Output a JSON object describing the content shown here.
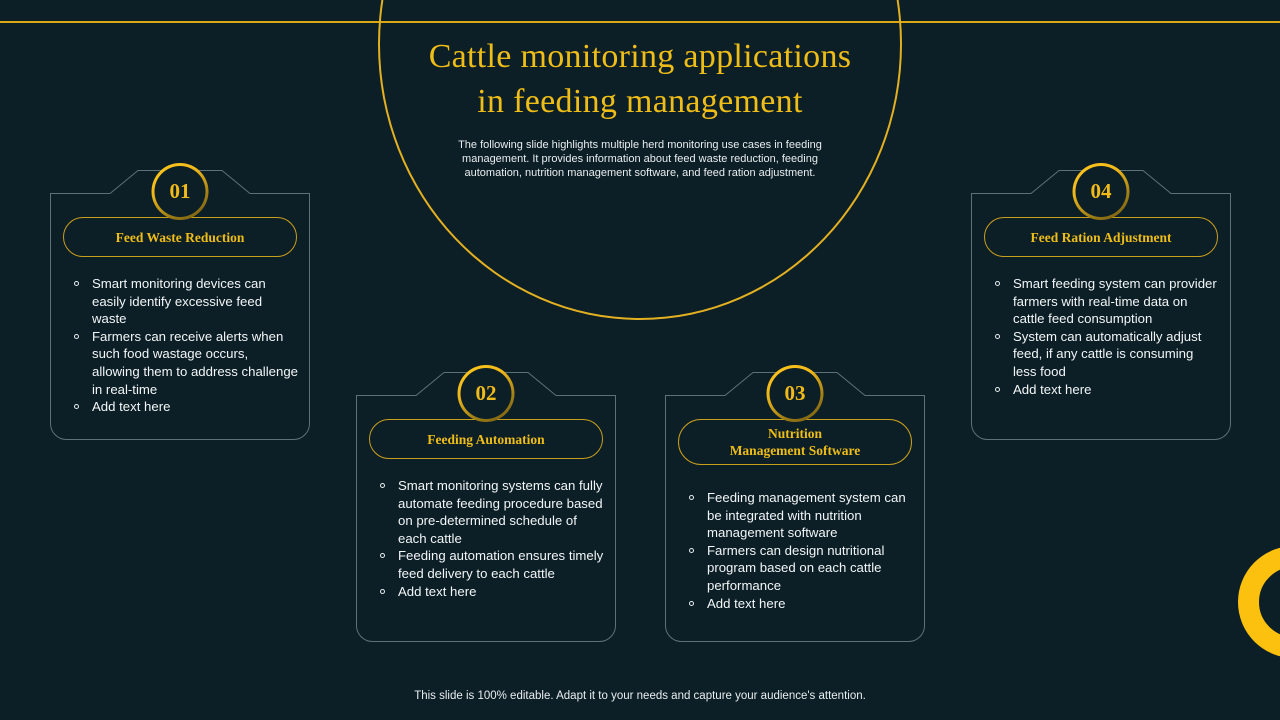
{
  "slide": {
    "title_line_1": "Cattle monitoring applications",
    "title_line_2": "in feeding management",
    "subtitle": "The following slide highlights multiple herd monitoring use cases in feeding management. It provides information about feed waste reduction, feeding automation, nutrition management software, and feed ration adjustment.",
    "footer": "This slide is 100% editable. Adapt it to your needs and capture your audience's attention.",
    "colors": {
      "background": "#0c1e26",
      "gold": "#efbd18",
      "gold_bright": "#fcc00f",
      "gold_border": "#c9a01c",
      "card_border": "#5d7278",
      "body_text": "#f2f6f7"
    }
  },
  "cards": [
    {
      "number": "01",
      "title": "Feed Waste Reduction",
      "title_line_1": "Feed Waste Reduction",
      "title_line_2": "",
      "bullets": [
        "Smart monitoring devices can easily identify excessive feed waste",
        "Farmers can receive alerts when such food wastage occurs, allowing them to address challenge in real-time",
        "Add text here"
      ]
    },
    {
      "number": "02",
      "title": "Feeding Automation",
      "title_line_1": "Feeding Automation",
      "title_line_2": "",
      "bullets": [
        "Smart monitoring systems can fully automate feeding procedure based on pre-determined schedule of each cattle",
        "Feeding automation ensures timely feed delivery to each cattle",
        "Add text here"
      ]
    },
    {
      "number": "03",
      "title": "Nutrition Management Software",
      "title_line_1": "Nutrition",
      "title_line_2": "Management Software",
      "bullets": [
        "Feeding management system can be integrated with nutrition management software",
        "Farmers can design nutritional program based on each cattle performance",
        "Add text here"
      ]
    },
    {
      "number": "04",
      "title": "Feed Ration Adjustment",
      "title_line_1": "Feed Ration Adjustment",
      "title_line_2": "",
      "bullets": [
        "Smart feeding system can provider farmers with real-time data on cattle feed consumption",
        "System can automatically adjust feed, if any cattle is consuming less food",
        "Add text here"
      ]
    }
  ]
}
